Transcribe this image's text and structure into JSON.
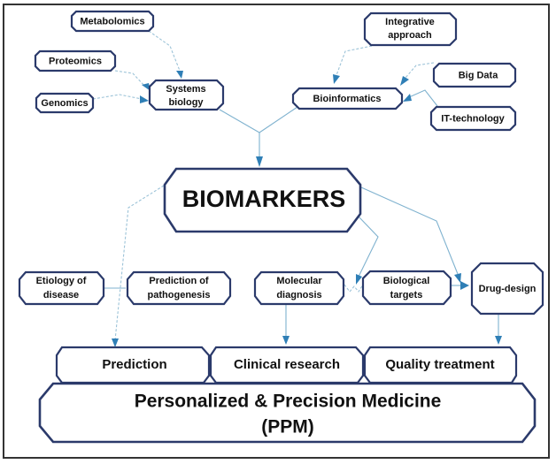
{
  "title": "Biomarkers and Personalized & Precision Medicine",
  "colors": {
    "node_border": "#2b3a6b",
    "connector": "#9cc3d8",
    "arrowhead": "#2f7fb6",
    "text": "#111111",
    "frame": "#333333"
  },
  "nodes": {
    "metabolomics": "Metabolomics",
    "proteomics": "Proteomics",
    "genomics": "Genomics",
    "systems_biology": [
      "Systems",
      "biology"
    ],
    "integrative_approach": [
      "Integrative",
      "approach"
    ],
    "big_data": "Big Data",
    "bioinformatics": "Bioinformatics",
    "it_technology": "IT-technology",
    "biomarkers": "BIOMARKERS",
    "etiology": [
      "Etiology of",
      "disease"
    ],
    "prediction_pathogenesis": [
      "Prediction of",
      "pathogenesis"
    ],
    "molecular_diagnosis": [
      "Molecular",
      "diagnosis"
    ],
    "biological_targets": [
      "Biological",
      "targets"
    ],
    "drug_design": "Drug-design",
    "prediction": "Prediction",
    "clinical_research": "Clinical research",
    "quality_treatment": "Quality treatment",
    "ppm": [
      "Personalized & Precision Medicine",
      "(PPM)"
    ]
  }
}
